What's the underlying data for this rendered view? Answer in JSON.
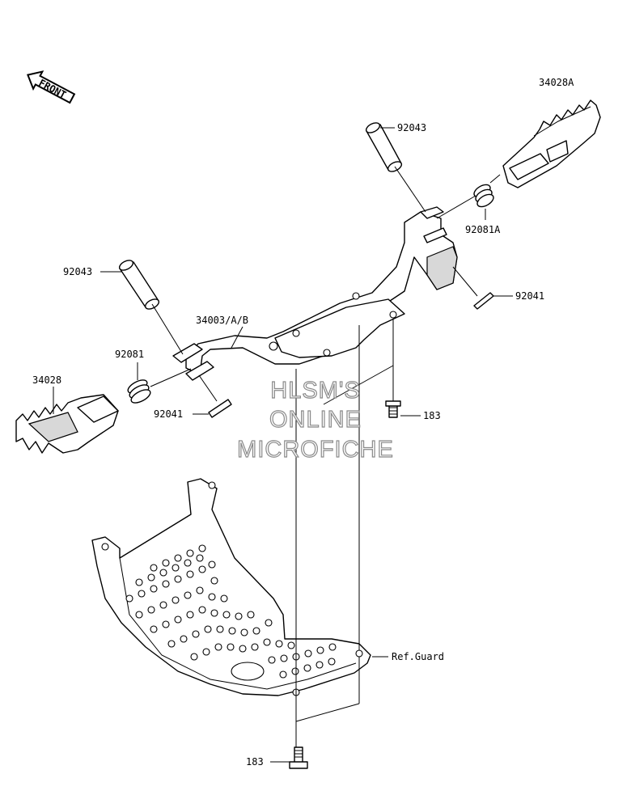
{
  "front_badge": {
    "text": "FRONT"
  },
  "labels": {
    "p34028A": "34028A",
    "p92043_top": "92043",
    "p92081A": "92081A",
    "p92041_right": "92041",
    "p92043_left": "92043",
    "p34003": "34003/A/B",
    "p92081": "92081",
    "p34028": "34028",
    "p92041_left": "92041",
    "p183_right": "183",
    "ref_guard": "Ref.Guard",
    "p183_bottom": "183"
  },
  "watermark": {
    "line1": "HLSM'S",
    "line2": "ONLINE",
    "line3": "MICROFICHE"
  }
}
